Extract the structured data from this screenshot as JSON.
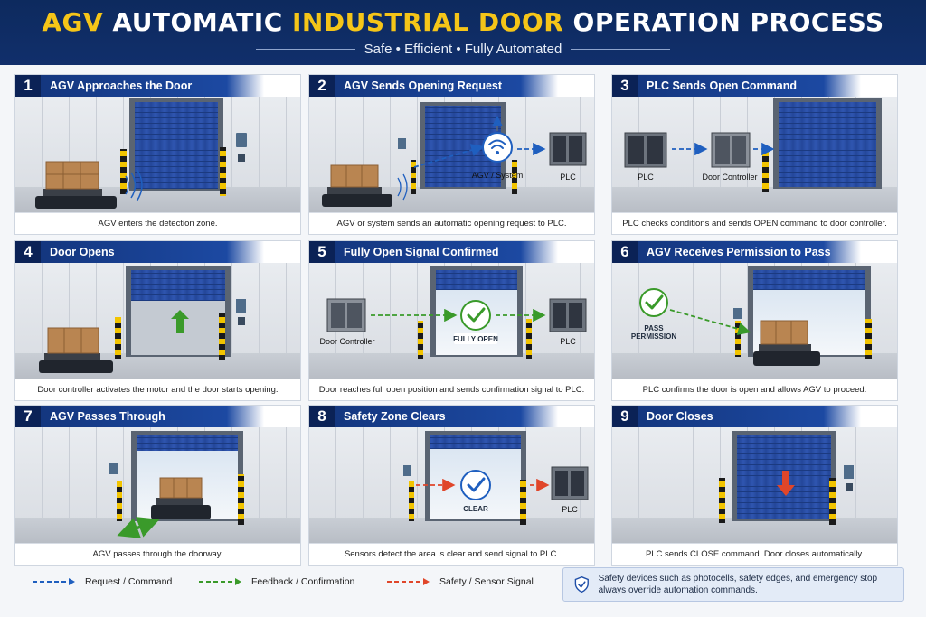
{
  "header": {
    "title_part1": "AGV ",
    "title_part2": "AUTOMATIC ",
    "title_part3": "INDUSTRIAL DOOR ",
    "title_part4": "OPERATION PROCESS",
    "subtitle": "Safe • Efficient • Fully Automated"
  },
  "colors": {
    "navy": "#13347a",
    "accent_yellow": "#f5c518",
    "door_blue": "#2a4fa5",
    "request_blue": "#1f5fbf",
    "feedback_green": "#3a9a2a",
    "safety_red": "#e0462a"
  },
  "steps": [
    {
      "num": "1",
      "title": "AGV Approaches the Door",
      "caption": "AGV enters the detection zone."
    },
    {
      "num": "2",
      "title": "AGV Sends Opening Request",
      "caption": "AGV or system sends an automatic opening request to PLC.",
      "labels": [
        "AGV / System",
        "PLC"
      ]
    },
    {
      "num": "3",
      "title": "PLC Sends Open Command",
      "caption": "PLC checks conditions and sends OPEN command to door controller.",
      "labels": [
        "PLC",
        "Door Controller"
      ]
    },
    {
      "num": "4",
      "title": "Door Opens",
      "caption": "Door controller activates the motor and the door starts opening."
    },
    {
      "num": "5",
      "title": "Fully Open Signal Confirmed",
      "caption": "Door reaches full open position and sends confirmation signal to PLC.",
      "labels": [
        "Door Controller",
        "FULLY OPEN",
        "PLC"
      ]
    },
    {
      "num": "6",
      "title": "AGV Receives Permission to Pass",
      "caption": "PLC confirms the door is open and allows AGV to proceed.",
      "labels": [
        "PASS",
        "PERMISSION"
      ]
    },
    {
      "num": "7",
      "title": "AGV Passes Through",
      "caption": "AGV passes through the doorway."
    },
    {
      "num": "8",
      "title": "Safety Zone Clears",
      "caption": "Sensors detect the area is clear and send signal to PLC.",
      "labels": [
        "CLEAR",
        "PLC"
      ]
    },
    {
      "num": "9",
      "title": "Door Closes",
      "caption": "PLC sends CLOSE command. Door closes automatically."
    }
  ],
  "legend": {
    "request": "Request / Command",
    "feedback": "Feedback / Confirmation",
    "safety": "Safety / Sensor Signal",
    "note": "Safety devices such as photocells, safety edges, and emergency stop always override automation commands.",
    "note_icon": "shield-check-icon"
  }
}
